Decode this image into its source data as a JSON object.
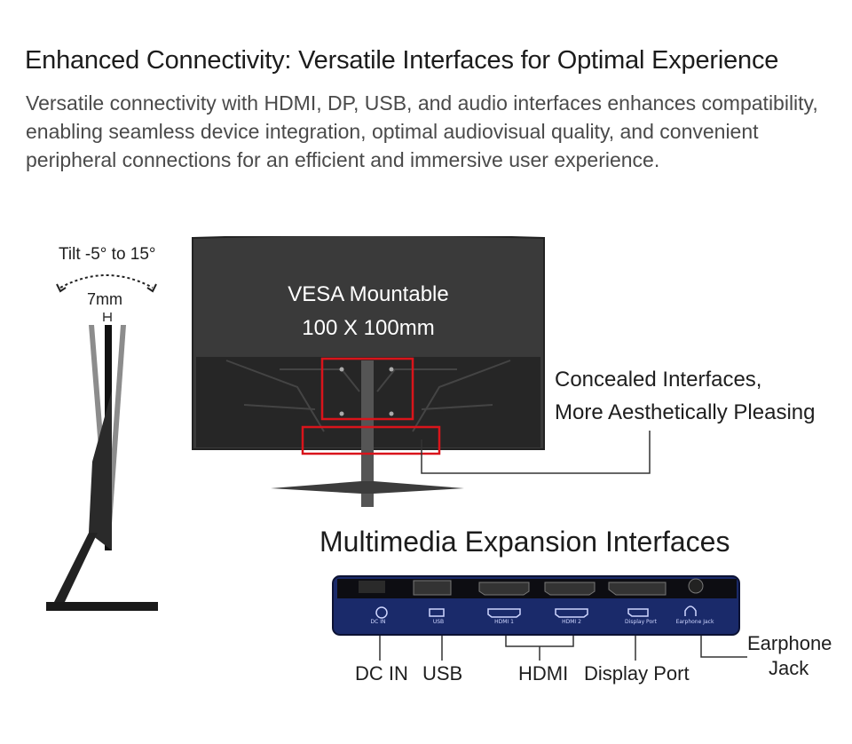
{
  "header": {
    "title": "Enhanced Connectivity: Versatile Interfaces for Optimal Experience",
    "intro": "Versatile connectivity with HDMI, DP, USB, and audio interfaces enhances compatibility, enabling seamless device integration, optimal audiovisual quality, and convenient peripheral connections for an efficient and immersive user experience."
  },
  "side_view": {
    "tilt_label": "Tilt -5° to 15°",
    "thickness_label": "7mm"
  },
  "monitor_back": {
    "vesa_line1": "VESA Mountable",
    "vesa_line2": "100 X 100mm",
    "concealed_line1": "Concealed Interfaces,",
    "concealed_line2": "More Aesthetically Pleasing"
  },
  "interfaces": {
    "title": "Multimedia Expansion Interfaces",
    "port_tags": {
      "dc_in": "DC IN",
      "usb": "USB",
      "hdmi1": "HDMI 1",
      "hdmi2": "HDMI 2",
      "dp": "Display Port",
      "earphone": "Earphone Jack"
    },
    "callouts": {
      "dc_in": "DC IN",
      "usb": "USB",
      "hdmi": "HDMI",
      "dp": "Display Port",
      "earphone_line1": "Earphone",
      "earphone_line2": "Jack"
    }
  },
  "colors": {
    "highlight": "#d9141b",
    "monitor_dark": "#2b2b2b",
    "port_panel": "#1a2a6a"
  }
}
